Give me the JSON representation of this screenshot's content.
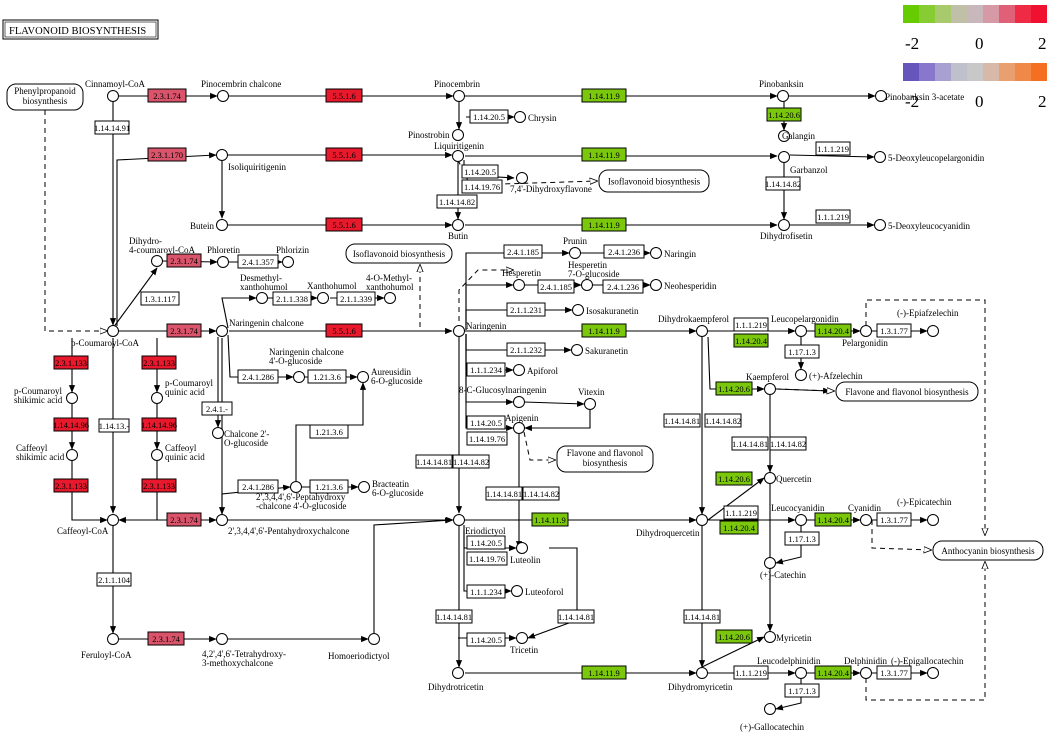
{
  "title": "FLAVONOID BIOSYNTHESIS",
  "colors": {
    "red": "#e8192c",
    "pink": "#d9536a",
    "pink_light": "#e0889a",
    "green": "#7ac70c",
    "purple": "#8b84c4",
    "white": "#ffffff"
  },
  "legend": {
    "scale1": {
      "min": "-2",
      "mid": "0",
      "max": "2",
      "colors": [
        "#66cc00",
        "#88cc33",
        "#a8c96c",
        "#c0c0a8",
        "#c8b8bc",
        "#d69aa6",
        "#e06078",
        "#ee2a44",
        "#f01030"
      ]
    },
    "scale2": {
      "min": "-2",
      "mid": "0",
      "max": "2",
      "colors": [
        "#6655bb",
        "#8877cc",
        "#a8a0d0",
        "#c0c0cc",
        "#c8c8c8",
        "#d8b8a8",
        "#e8a070",
        "#f08848",
        "#f47020"
      ]
    }
  },
  "pathways": [
    {
      "id": "p1",
      "label": [
        "Phenylpropanoid",
        "biosynthesis"
      ]
    },
    {
      "id": "p2",
      "label": [
        "Isoflavonoid biosynthesis"
      ]
    },
    {
      "id": "p3",
      "label": [
        "Isoflavonoid biosynthesis"
      ]
    },
    {
      "id": "p4",
      "label": [
        "Flavone and flavonol biosynthesis"
      ]
    },
    {
      "id": "p5",
      "label": [
        "Flavone and flavonol",
        "biosynthesis"
      ]
    },
    {
      "id": "p6",
      "label": [
        "Anthocyanin biosynthesis"
      ]
    }
  ],
  "enzymes": [
    {
      "id": "e1",
      "label": "2.3.1.74",
      "color": "pink"
    },
    {
      "id": "e2",
      "label": "5.5.1.6",
      "color": "red"
    },
    {
      "id": "e3",
      "label": "1.14.11.9",
      "color": "green"
    },
    {
      "id": "e4",
      "label": "1.14.20.6",
      "color": "green"
    },
    {
      "id": "e5",
      "label": "1.14.14.91",
      "color": "white"
    },
    {
      "id": "e6",
      "label": "2.3.1.170",
      "color": "pink"
    },
    {
      "id": "e7",
      "label": "5.5.1.6",
      "color": "red"
    },
    {
      "id": "e8",
      "label": "1.14.11.9",
      "color": "green"
    },
    {
      "id": "e9",
      "label": "1.14.20.5",
      "color": "white"
    },
    {
      "id": "e10",
      "label": "1.1.1.219",
      "color": "white"
    },
    {
      "id": "e11",
      "label": "1.14.20.5",
      "color": "white"
    },
    {
      "id": "e12",
      "label": "1.14.19.76",
      "color": "white"
    },
    {
      "id": "e13",
      "label": "1.14.14.82",
      "color": "white"
    },
    {
      "id": "e14",
      "label": "1.14.14.82",
      "color": "white"
    },
    {
      "id": "e15",
      "label": "5.5.1.6",
      "color": "red"
    },
    {
      "id": "e16",
      "label": "1.14.11.9",
      "color": "green"
    },
    {
      "id": "e17",
      "label": "1.1.1.219",
      "color": "white"
    },
    {
      "id": "e18",
      "label": "2.3.1.74",
      "color": "pink"
    },
    {
      "id": "e19",
      "label": "2.4.1.357",
      "color": "white"
    },
    {
      "id": "e20",
      "label": "2.4.1.185",
      "color": "white"
    },
    {
      "id": "e21",
      "label": "2.4.1.236",
      "color": "white"
    },
    {
      "id": "e22",
      "label": "1.3.1.117",
      "color": "white"
    },
    {
      "id": "e23",
      "label": "2.1.1.338",
      "color": "white"
    },
    {
      "id": "e24",
      "label": "2.1.1.339",
      "color": "white"
    },
    {
      "id": "e25",
      "label": "2.4.1.185",
      "color": "white"
    },
    {
      "id": "e26",
      "label": "2.4.1.236",
      "color": "white"
    },
    {
      "id": "e27",
      "label": "2.1.1.231",
      "color": "white"
    },
    {
      "id": "e28",
      "label": "2.3.1.74",
      "color": "pink"
    },
    {
      "id": "e29",
      "label": "5.5.1.6",
      "color": "red"
    },
    {
      "id": "e30",
      "label": "1.14.11.9",
      "color": "green"
    },
    {
      "id": "e31",
      "label": "1.1.1.219",
      "color": "white"
    },
    {
      "id": "e32",
      "label": "1.14.20.4",
      "color": "green"
    },
    {
      "id": "e33",
      "label": "1.14.20.4",
      "color": "green"
    },
    {
      "id": "e34",
      "label": "1.17.1.3",
      "color": "white"
    },
    {
      "id": "e35",
      "label": "1.3.1.77",
      "color": "white"
    },
    {
      "id": "e36",
      "label": "2.1.1.232",
      "color": "white"
    },
    {
      "id": "e37",
      "label": "2.3.1.133",
      "color": "red"
    },
    {
      "id": "e38",
      "label": "2.3.1.133",
      "color": "red"
    },
    {
      "id": "e39",
      "label": "2.4.1.286",
      "color": "white"
    },
    {
      "id": "e40",
      "label": "1.21.3.6",
      "color": "white"
    },
    {
      "id": "e41",
      "label": "1.1.1.234",
      "color": "white"
    },
    {
      "id": "e42",
      "label": "1.14.20.6",
      "color": "green"
    },
    {
      "id": "e43",
      "label": "2.4.1.-",
      "color": "white"
    },
    {
      "id": "e44",
      "label": "1.14.20.5",
      "color": "white"
    },
    {
      "id": "e45",
      "label": "1.14.19.76",
      "color": "white"
    },
    {
      "id": "e46",
      "label": "1.14.13.-",
      "color": "white"
    },
    {
      "id": "e47",
      "label": "1.14.14.96",
      "color": "red"
    },
    {
      "id": "e48",
      "label": "1.14.14.96",
      "color": "red"
    },
    {
      "id": "e49",
      "label": "1.21.3.6",
      "color": "white"
    },
    {
      "id": "e50",
      "label": "1.14.14.81",
      "color": "white"
    },
    {
      "id": "e51",
      "label": "1.14.14.82",
      "color": "white"
    },
    {
      "id": "e52",
      "label": "1.14.14.81",
      "color": "white"
    },
    {
      "id": "e53",
      "label": "1.14.14.82",
      "color": "white"
    },
    {
      "id": "e54",
      "label": "1.14.14.81",
      "color": "white"
    },
    {
      "id": "e55",
      "label": "1.14.14.82",
      "color": "white"
    },
    {
      "id": "e56",
      "label": "2.3.1.133",
      "color": "red"
    },
    {
      "id": "e57",
      "label": "2.3.1.133",
      "color": "red"
    },
    {
      "id": "e58",
      "label": "2.4.1.286",
      "color": "white"
    },
    {
      "id": "e59",
      "label": "1.21.3.6",
      "color": "white"
    },
    {
      "id": "e60",
      "label": "1.14.14.81",
      "color": "white"
    },
    {
      "id": "e61",
      "label": "1.14.14.82",
      "color": "white"
    },
    {
      "id": "e62",
      "label": "1.14.20.6",
      "color": "green"
    },
    {
      "id": "e63",
      "label": "2.3.1.74",
      "color": "pink"
    },
    {
      "id": "e64",
      "label": "1.14.11.9",
      "color": "green"
    },
    {
      "id": "e65",
      "label": "1.14.20.5",
      "color": "white"
    },
    {
      "id": "e66",
      "label": "1.14.19.76",
      "color": "white"
    },
    {
      "id": "e67",
      "label": "1.1.1.219",
      "color": "white"
    },
    {
      "id": "e68",
      "label": "1.14.20.4",
      "color": "green"
    },
    {
      "id": "e69",
      "label": "1.14.20.4",
      "color": "green"
    },
    {
      "id": "e70",
      "label": "1.3.1.77",
      "color": "white"
    },
    {
      "id": "e71",
      "label": "1.17.1.3",
      "color": "white"
    },
    {
      "id": "e72",
      "label": "2.1.1.104",
      "color": "white"
    },
    {
      "id": "e73",
      "label": "1.1.1.234",
      "color": "white"
    },
    {
      "id": "e74",
      "label": "1.14.14.81",
      "color": "white"
    },
    {
      "id": "e75",
      "label": "1.14.14.81",
      "color": "white"
    },
    {
      "id": "e76",
      "label": "1.14.14.81",
      "color": "white"
    },
    {
      "id": "e77",
      "label": "1.14.20.6",
      "color": "green"
    },
    {
      "id": "e78",
      "label": "2.3.1.74",
      "color": "pink"
    },
    {
      "id": "e79",
      "label": "1.14.20.5",
      "color": "white"
    },
    {
      "id": "e80",
      "label": "1.14.11.9",
      "color": "green"
    },
    {
      "id": "e81",
      "label": "1.1.1.219",
      "color": "white"
    },
    {
      "id": "e82",
      "label": "1.14.20.4",
      "color": "green"
    },
    {
      "id": "e83",
      "label": "1.3.1.77",
      "color": "white"
    },
    {
      "id": "e84",
      "label": "1.17.1.3",
      "color": "white"
    }
  ],
  "compounds": [
    {
      "id": "c1",
      "label": [
        "Cinnamoyl-CoA"
      ]
    },
    {
      "id": "c2",
      "label": [
        "Pinocembrin chalcone"
      ]
    },
    {
      "id": "c3",
      "label": [
        "Pinocembrin"
      ]
    },
    {
      "id": "c4",
      "label": [
        "Pinobanksin"
      ]
    },
    {
      "id": "c5",
      "label": [
        "Pinobanksin 3-acetate"
      ]
    },
    {
      "id": "c6",
      "label": [
        "Chrysin"
      ]
    },
    {
      "id": "c7",
      "label": [
        "Pinostrobin"
      ]
    },
    {
      "id": "c8",
      "label": [
        "Galangin"
      ]
    },
    {
      "id": "c9",
      "label": [
        "Isoliquiritigenin"
      ]
    },
    {
      "id": "c10",
      "label": [
        "Liquiritigenin"
      ]
    },
    {
      "id": "c11",
      "label": [
        "7,4'-Dihydroxyflavone"
      ]
    },
    {
      "id": "c12",
      "label": [
        "Garbanzol"
      ]
    },
    {
      "id": "c13",
      "label": [
        "5-Deoxyleucopelargonidin"
      ]
    },
    {
      "id": "c14",
      "label": [
        "Butein"
      ]
    },
    {
      "id": "c15",
      "label": [
        "Butin"
      ]
    },
    {
      "id": "c16",
      "label": [
        "Dihydrofisetin"
      ]
    },
    {
      "id": "c17",
      "label": [
        "5-Deoxyleucocyanidin"
      ]
    },
    {
      "id": "c18",
      "label": [
        "Dihydro-",
        "4-coumaroyl-CoA"
      ]
    },
    {
      "id": "c19",
      "label": [
        "Phloretin"
      ]
    },
    {
      "id": "c20",
      "label": [
        "Phlorizin"
      ]
    },
    {
      "id": "c21",
      "label": [
        "Prunin"
      ]
    },
    {
      "id": "c22",
      "label": [
        "Naringin"
      ]
    },
    {
      "id": "c23",
      "label": [
        "Desmethyl-",
        "xanthohumol"
      ]
    },
    {
      "id": "c24",
      "label": [
        "Xanthohumol"
      ]
    },
    {
      "id": "c25",
      "label": [
        "4-O-Methyl-",
        "xanthohumol"
      ]
    },
    {
      "id": "c26",
      "label": [
        "Hesperetin"
      ]
    },
    {
      "id": "c27",
      "label": [
        "Hesperetin",
        "7-O-glucoside"
      ]
    },
    {
      "id": "c28",
      "label": [
        "Neohesperidin"
      ]
    },
    {
      "id": "c29",
      "label": [
        "Isosakuranetin"
      ]
    },
    {
      "id": "c30",
      "label": [
        "p-Coumaroyl-CoA"
      ]
    },
    {
      "id": "c31",
      "label": [
        "Naringenin chalcone"
      ]
    },
    {
      "id": "c32",
      "label": [
        "Naringenin"
      ]
    },
    {
      "id": "c33",
      "label": [
        "Dihydrokaempferol"
      ]
    },
    {
      "id": "c34",
      "label": [
        "Leucopelargonidin"
      ]
    },
    {
      "id": "c35",
      "label": [
        "Pelargonidin"
      ]
    },
    {
      "id": "c36",
      "label": [
        "(-)-Epiafzelechin"
      ]
    },
    {
      "id": "c37",
      "label": [
        "Sakuranetin"
      ]
    },
    {
      "id": "c38",
      "label": [
        "Naringenin chalcone",
        "4'-O-glucoside"
      ]
    },
    {
      "id": "c39",
      "label": [
        "Aureusidin",
        "6-O-glucoside"
      ]
    },
    {
      "id": "c40",
      "label": [
        "Apiforol"
      ]
    },
    {
      "id": "c41",
      "label": [
        "(+)-Afzelechin"
      ]
    },
    {
      "id": "c42",
      "label": [
        "Kaempferol"
      ]
    },
    {
      "id": "c43",
      "label": [
        "p-Coumaroyl",
        "shikimic acid"
      ]
    },
    {
      "id": "c44",
      "label": [
        "p-Coumaroyl",
        "quinic acid"
      ]
    },
    {
      "id": "c45",
      "label": [
        "8-C-Glucosylnaringenin"
      ]
    },
    {
      "id": "c46",
      "label": [
        "Vitexin"
      ]
    },
    {
      "id": "c47",
      "label": [
        "Apigenin"
      ]
    },
    {
      "id": "c48",
      "label": [
        "Chalcone 2'-",
        "O-glucoside"
      ]
    },
    {
      "id": "c49",
      "label": [
        "Caffeoyl",
        "shikimic acid"
      ]
    },
    {
      "id": "c50",
      "label": [
        "Caffeoyl",
        "quinic acid"
      ]
    },
    {
      "id": "c51",
      "label": [
        "Quercetin"
      ]
    },
    {
      "id": "c52",
      "label": [
        "2',3,4,4',6'-Peptahydroxy",
        "-chalcone 4'-O-glucoside"
      ]
    },
    {
      "id": "c53",
      "label": [
        "Bracteatin",
        "6-O-glucoside"
      ]
    },
    {
      "id": "c54",
      "label": [
        "Caffeoyl-CoA"
      ]
    },
    {
      "id": "c55",
      "label": [
        "2',3,4,4',6'-Pentahydroxychalcone"
      ]
    },
    {
      "id": "c56",
      "label": [
        "Eriodictyol"
      ]
    },
    {
      "id": "c57",
      "label": [
        "Dihydroquercetin"
      ]
    },
    {
      "id": "c58",
      "label": [
        "Leucocyanidin"
      ]
    },
    {
      "id": "c59",
      "label": [
        "Cyanidin"
      ]
    },
    {
      "id": "c60",
      "label": [
        "(-)-Epicatechin"
      ]
    },
    {
      "id": "c61",
      "label": [
        "Luteolin"
      ]
    },
    {
      "id": "c62",
      "label": [
        "(+)-Catechin"
      ]
    },
    {
      "id": "c63",
      "label": [
        "Luteoforol"
      ]
    },
    {
      "id": "c64",
      "label": [
        "Feruloyl-CoA"
      ]
    },
    {
      "id": "c65",
      "label": [
        "4,2',4',6'-Tetrahydroxy-",
        "3-methoxychalcone"
      ]
    },
    {
      "id": "c66",
      "label": [
        "Homoeriodictyol"
      ]
    },
    {
      "id": "c67",
      "label": [
        "Tricetin"
      ]
    },
    {
      "id": "c68",
      "label": [
        "Myricetin"
      ]
    },
    {
      "id": "c69",
      "label": [
        "Dihydrotricetin"
      ]
    },
    {
      "id": "c70",
      "label": [
        "Dihydromyricetin"
      ]
    },
    {
      "id": "c71",
      "label": [
        "Leucodelphinidin"
      ]
    },
    {
      "id": "c72",
      "label": [
        "Delphinidin"
      ]
    },
    {
      "id": "c73",
      "label": [
        "(-)-Epigallocatechin"
      ]
    },
    {
      "id": "c74",
      "label": [
        "(+)-Gallocatechin"
      ]
    }
  ]
}
